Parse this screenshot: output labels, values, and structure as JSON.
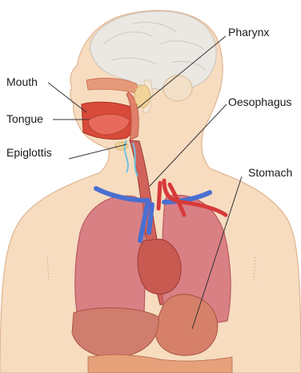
{
  "labels": {
    "mouth": "Mouth",
    "tongue": "Tongue",
    "epiglottis": "Epiglottis",
    "pharynx": "Pharynx",
    "oesophagus": "Oesophagus",
    "stomach": "Stomach"
  },
  "colors": {
    "skin": "#f7dcc0",
    "skin_outline": "#e0b48f",
    "brain": "#ebe7e2",
    "lung": "#d98085",
    "lung_outline": "#b85a62",
    "oesophagus": "#d0625a",
    "vein": "#4a6fd1",
    "artery": "#d63a3a",
    "stomach": "#d6806a",
    "mouth": "#d84a3a",
    "leader_line": "#333333"
  }
}
